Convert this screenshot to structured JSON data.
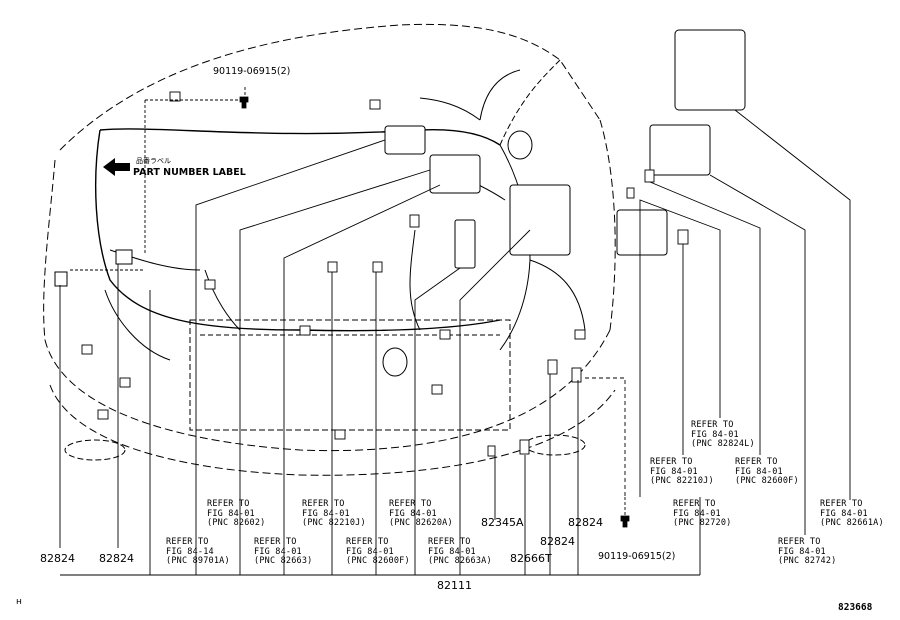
{
  "diagram": {
    "figure_number": "823668",
    "corner_mark": "н",
    "part_number_label": "PART NUMBER LABEL",
    "part_number_label_jp": "品番ラベル",
    "bolts": {
      "top": "90119-06915(2)",
      "bottom": "90119-06915(2)"
    },
    "parts": {
      "p82824_left1": "82824",
      "p82824_left2": "82824",
      "p82111": "82111",
      "p82345A": "82345A",
      "p82666T": "82666T",
      "p82824_mid": "82824",
      "p82824_mid2": "82824"
    },
    "refers": [
      {
        "id": "r82602",
        "line1": "REFER TO",
        "line2": "FIG 84-01",
        "line3": "(PNC 82602)"
      },
      {
        "id": "r89701A",
        "line1": "REFER TO",
        "line2": "FIG 84-14",
        "line3": "(PNC 89701A)"
      },
      {
        "id": "r82210J_a",
        "line1": "REFER TO",
        "line2": "FIG 84-01",
        "line3": "(PNC 82210J)"
      },
      {
        "id": "r82663",
        "line1": "REFER TO",
        "line2": "FIG 84-01",
        "line3": "(PNC 82663)"
      },
      {
        "id": "r82620A",
        "line1": "REFER TO",
        "line2": "FIG 84-01",
        "line3": "(PNC 82620A)"
      },
      {
        "id": "r82600F_a",
        "line1": "REFER TO",
        "line2": "FIG 84-01",
        "line3": "(PNC 82600F)"
      },
      {
        "id": "r82663A",
        "line1": "REFER TO",
        "line2": "FIG 84-01",
        "line3": "(PNC 82663A)"
      },
      {
        "id": "r82824L",
        "line1": "REFER TO",
        "line2": "FIG 84-01",
        "line3": "(PNC 82824L)"
      },
      {
        "id": "r82210J_b",
        "line1": "REFER TO",
        "line2": "FIG 84-01",
        "line3": "(PNC 82210J)"
      },
      {
        "id": "r82600F_b",
        "line1": "REFER TO",
        "line2": "FIG 84-01",
        "line3": "(PNC 82600F)"
      },
      {
        "id": "r82720",
        "line1": "REFER TO",
        "line2": "FIG 84-01",
        "line3": "(PNC 82720)"
      },
      {
        "id": "r82661A",
        "line1": "REFER TO",
        "line2": "FIG 84-01",
        "line3": "(PNC 82661A)"
      },
      {
        "id": "r82742",
        "line1": "REFER TO",
        "line2": "FIG 84-01",
        "line3": "(PNC 82742)"
      }
    ]
  }
}
